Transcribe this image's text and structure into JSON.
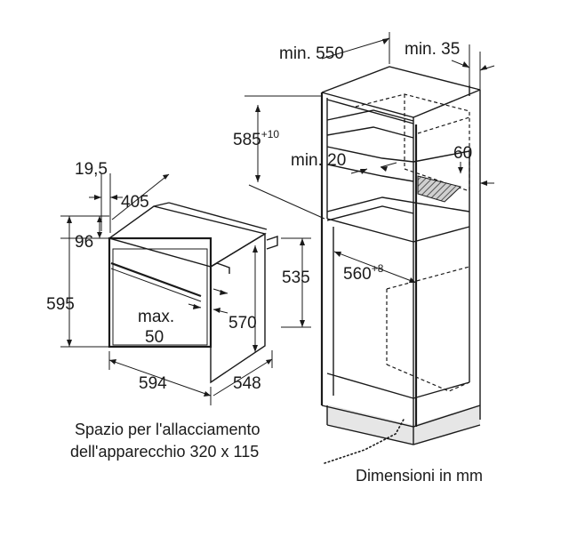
{
  "oven": {
    "dim_19_5": "19,5",
    "dim_405": "405",
    "dim_96": "96",
    "dim_595": "595",
    "dim_max_label": "max.",
    "dim_max_value": "50",
    "dim_570": "570",
    "dim_535": "535",
    "dim_594": "594",
    "dim_548": "548"
  },
  "cabinet": {
    "dim_min550": "min. 550",
    "dim_min35": "min. 35",
    "dim_585": "585",
    "dim_585_sup": "+10",
    "dim_min20": "min. 20",
    "dim_60": "60",
    "dim_560": "560",
    "dim_560_sup": "+8"
  },
  "note": {
    "line1": "Spazio per l'allacciamento",
    "line2": "dell'apparecchio 320 x 115"
  },
  "units": "Dimensioni in mm",
  "colors": {
    "line": "#1a1a1a",
    "plinth": "#e6e6e6",
    "hatch": "#555555"
  }
}
